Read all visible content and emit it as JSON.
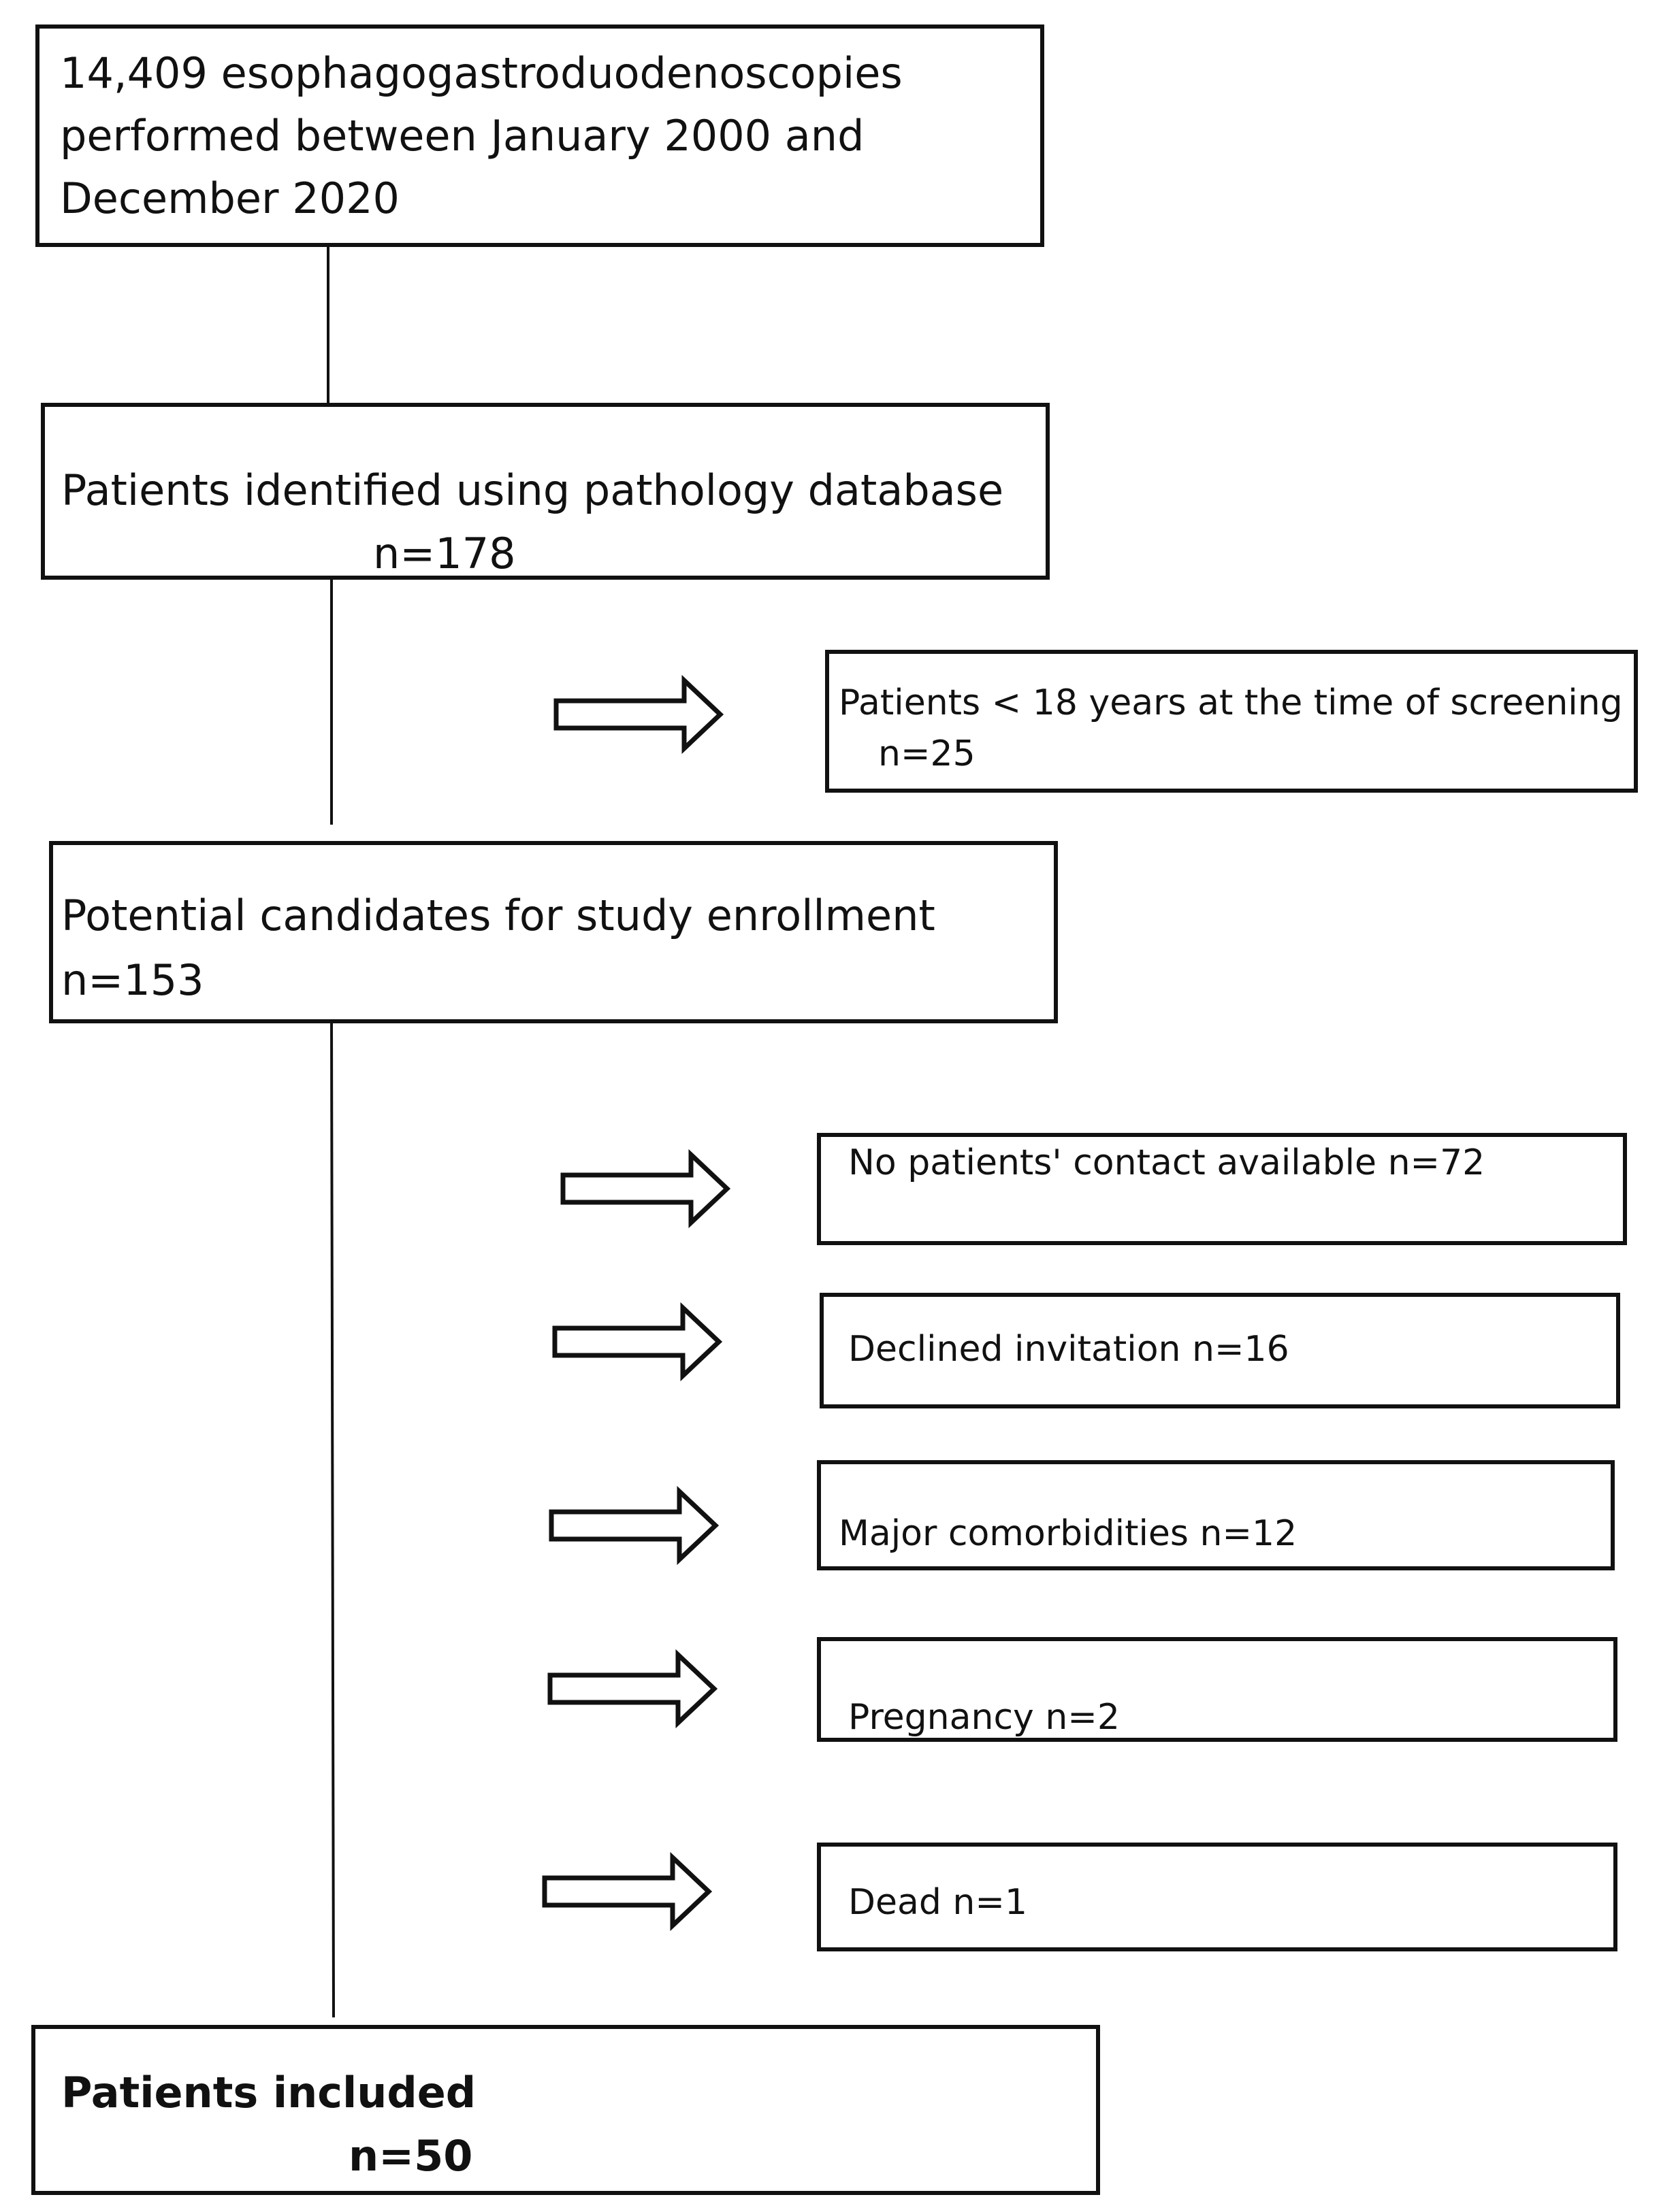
{
  "flowchart": {
    "start": {
      "text": "14,409 esophagogastroduodenoscopies performed between January 2000 and December 2020"
    },
    "identified": {
      "title": "Patients identified using pathology database",
      "count": "n=178"
    },
    "exclusion_age": {
      "title": "Patients < 18 years at the time of screening",
      "count": "n=25"
    },
    "candidates": {
      "title": "Potential candidates for study enrollment",
      "count": "n=153"
    },
    "exclusions": [
      {
        "text": "No patients' contact available n=72"
      },
      {
        "text": "Declined invitation n=16"
      },
      {
        "text": "Major comorbidities n=12"
      },
      {
        "text": "Pregnancy n=2"
      },
      {
        "text": "Dead  n=1"
      }
    ],
    "included": {
      "title": "Patients included",
      "count": "n=50"
    }
  }
}
